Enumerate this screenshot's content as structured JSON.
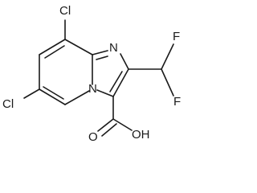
{
  "molecule": {
    "atoms": {
      "cl_top": "Cl",
      "cl_left": "Cl",
      "n_imidazole": "N",
      "n_bridge": "N",
      "f_top": "F",
      "f_right": "F",
      "carboxyl_o": "O",
      "carboxyl_oh": "OH"
    }
  }
}
